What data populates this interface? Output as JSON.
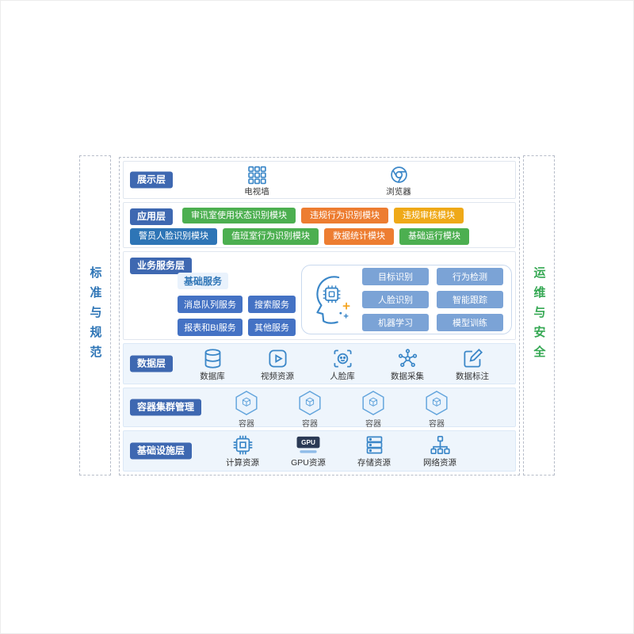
{
  "colors": {
    "layer_label_bg": "#3e68b1",
    "service_blue": "#4472c4",
    "ai_blue": "#7ba3d6",
    "side_left": "#2e75b6",
    "side_right": "#35a853"
  },
  "side_left": {
    "label": "标准与规范"
  },
  "side_right": {
    "label": "运维与安全"
  },
  "presentation": {
    "label": "展示层",
    "items": [
      {
        "label": "电视墙"
      },
      {
        "label": "浏览器"
      }
    ]
  },
  "application": {
    "label": "应用层",
    "row1": [
      {
        "label": "审讯室使用状态识别模块",
        "color": "#4caf50"
      },
      {
        "label": "违规行为识别模块",
        "color": "#ed7d31"
      },
      {
        "label": "违规审核模块",
        "color": "#efa918"
      }
    ],
    "row2": [
      {
        "label": "警员人脸识别模块",
        "color": "#2e75b6"
      },
      {
        "label": "值班室行为识别模块",
        "color": "#4caf50"
      },
      {
        "label": "数据统计模块",
        "color": "#ed7d31"
      },
      {
        "label": "基础运行模块",
        "color": "#4caf50"
      }
    ]
  },
  "business": {
    "label": "业务服务层",
    "basic_title": "基础服务",
    "basic_services": [
      {
        "label": "消息队列服务"
      },
      {
        "label": "搜索服务"
      },
      {
        "label": "报表和BI服务"
      },
      {
        "label": "其他服务"
      }
    ],
    "ai_services": [
      {
        "label": "目标识别"
      },
      {
        "label": "行为检测"
      },
      {
        "label": "人脸识别"
      },
      {
        "label": "智能跟踪"
      },
      {
        "label": "机器学习"
      },
      {
        "label": "模型训练"
      }
    ]
  },
  "data_layer": {
    "label": "数据层",
    "items": [
      {
        "label": "数据库"
      },
      {
        "label": "视频资源"
      },
      {
        "label": "人脸库"
      },
      {
        "label": "数据采集"
      },
      {
        "label": "数据标注"
      }
    ]
  },
  "container_layer": {
    "label": "容器集群管理",
    "items": [
      {
        "label": "容器"
      },
      {
        "label": "容器"
      },
      {
        "label": "容器"
      },
      {
        "label": "容器"
      }
    ]
  },
  "infrastructure": {
    "label": "基础设施层",
    "gpu_badge": "GPU",
    "items": [
      {
        "label": "计算资源"
      },
      {
        "label": "GPU资源"
      },
      {
        "label": "存储资源"
      },
      {
        "label": "网络资源"
      }
    ]
  }
}
